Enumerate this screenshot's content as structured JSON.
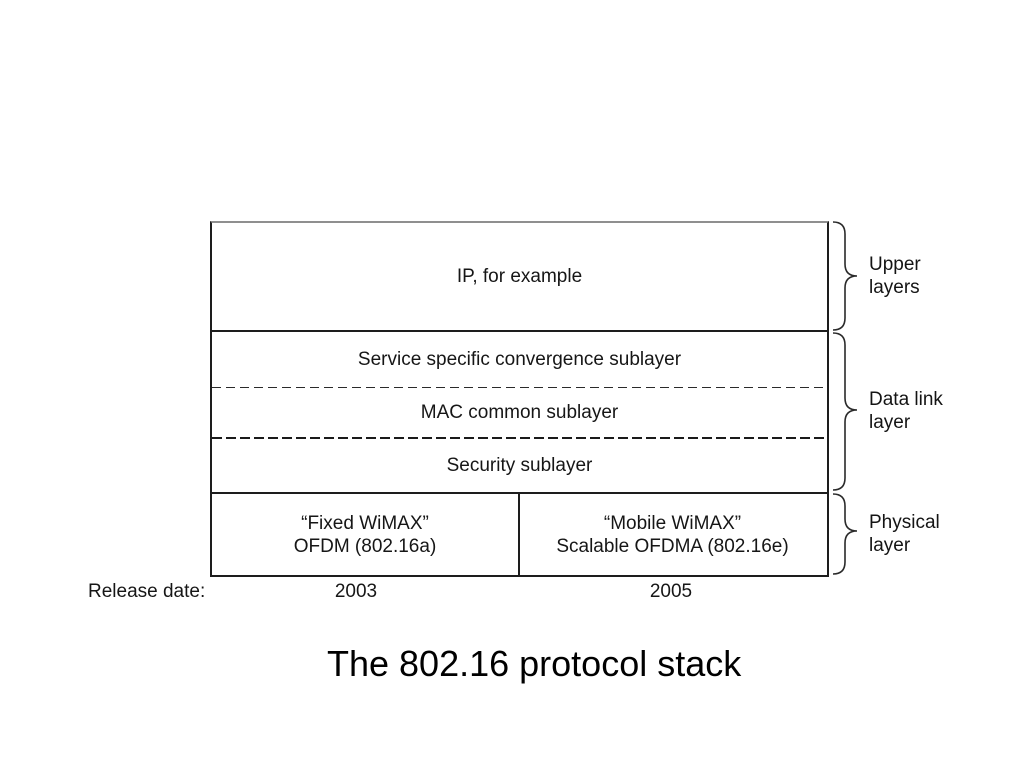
{
  "slide": {
    "caption": "The 802.16 protocol stack"
  },
  "diagram": {
    "upper_box_label": "IP, for example",
    "sublayers": {
      "service": "Service specific convergence sublayer",
      "mac": "MAC common sublayer",
      "security": "Security sublayer"
    },
    "physical": {
      "fixed": {
        "line1": "“Fixed WiMAX”",
        "line2": "OFDM (802.16a)"
      },
      "mobile": {
        "line1": "“Mobile WiMAX”",
        "line2": "Scalable OFDMA (802.16e)"
      }
    },
    "side_labels": {
      "upper": {
        "line1": "Upper",
        "line2": "layers"
      },
      "datalink": {
        "line1": "Data link",
        "line2": "layer"
      },
      "physical": {
        "line1": "Physical",
        "line2": "layer"
      }
    },
    "release": {
      "label": "Release date:",
      "fixed_year": "2003",
      "mobile_year": "2005"
    }
  },
  "colors": {
    "line": "#1d1d1d",
    "top_border": "#8f8f8f",
    "text": "#111111",
    "background": "#ffffff"
  }
}
